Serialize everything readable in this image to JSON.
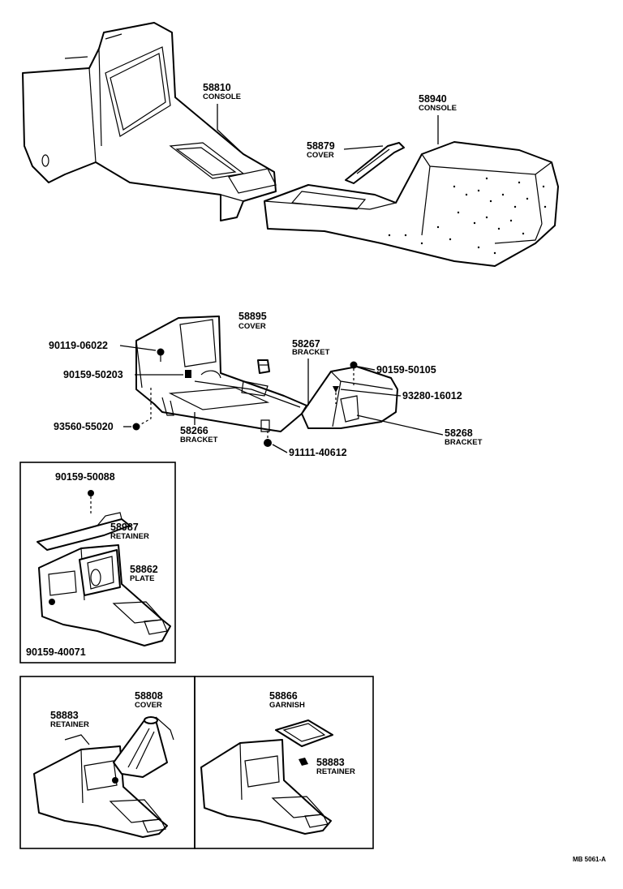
{
  "callouts": {
    "c58810": {
      "number": "58810",
      "name": "CONSOLE"
    },
    "c58940": {
      "number": "58940",
      "name": "CONSOLE"
    },
    "c58879": {
      "number": "58879",
      "name": "COVER"
    },
    "c58895": {
      "number": "58895",
      "name": "COVER"
    },
    "c58267": {
      "number": "58267",
      "name": "BRACKET"
    },
    "c58266": {
      "number": "58266",
      "name": "BRACKET"
    },
    "c58268": {
      "number": "58268",
      "name": "BRACKET"
    },
    "c58987": {
      "number": "58987",
      "name": "RETAINER"
    },
    "c58862": {
      "number": "58862",
      "name": "PLATE"
    },
    "c58883a": {
      "number": "58883",
      "name": "RETAINER"
    },
    "c58808": {
      "number": "58808",
      "name": "COVER"
    },
    "c58866": {
      "number": "58866",
      "name": "GARNISH"
    },
    "c58883b": {
      "number": "58883",
      "name": "RETAINER"
    }
  },
  "fasteners": {
    "f1": "90119-06022",
    "f2": "90159-50203",
    "f3": "90159-50105",
    "f4": "93280-16012",
    "f5": "93560-55020",
    "f6": "91111-40612",
    "f7": "90159-50088",
    "f8": "90159-40071"
  },
  "diagram_code": "MB 5061-A"
}
